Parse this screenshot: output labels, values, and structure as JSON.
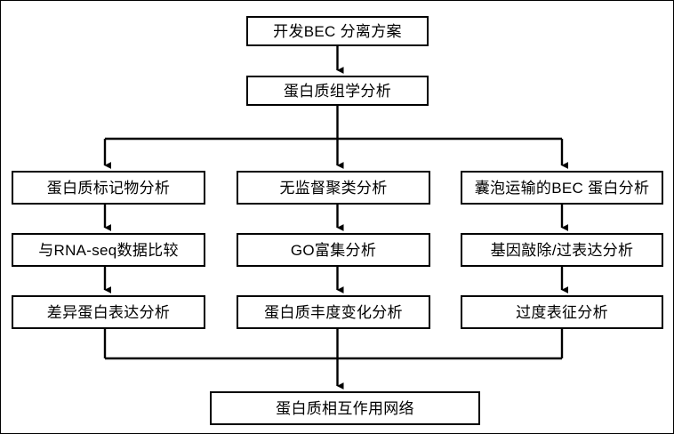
{
  "diagram": {
    "type": "flowchart",
    "orientation": "top-down",
    "language": "zh-CN",
    "colors": {
      "box_border": "#000000",
      "box_fill": "#ffffff",
      "connector": "#000000",
      "background": "#ffffff",
      "frame_border": "#000000"
    },
    "nodes": {
      "start": {
        "label": "开发BEC 分离方案"
      },
      "proteomics": {
        "label": "蛋白质组学分析"
      },
      "col1_row1": {
        "label": "蛋白质标记物分析"
      },
      "col1_row2": {
        "label": "与RNA-seq数据比较"
      },
      "col1_row3": {
        "label": "差异蛋白表达分析"
      },
      "col2_row1": {
        "label": "无监督聚类分析"
      },
      "col2_row2": {
        "label": "GO富集分析"
      },
      "col2_row3": {
        "label": "蛋白质丰度变化分析"
      },
      "col3_row1": {
        "label": "囊泡运输的BEC 蛋白分析"
      },
      "col3_row2": {
        "label": "基因敲除/过表达分析"
      },
      "col3_row3": {
        "label": "过度表征分析"
      },
      "end": {
        "label": "蛋白质相互作用网络"
      }
    },
    "edges": [
      {
        "from": "start",
        "to": "proteomics",
        "style": "arrow-down"
      },
      {
        "from": "proteomics",
        "to": "col1_row1",
        "style": "branch-elbow-arrow"
      },
      {
        "from": "proteomics",
        "to": "col2_row1",
        "style": "branch-straight-arrow"
      },
      {
        "from": "proteomics",
        "to": "col3_row1",
        "style": "branch-elbow-arrow"
      },
      {
        "from": "col1_row1",
        "to": "col1_row2",
        "style": "arrow-down"
      },
      {
        "from": "col1_row2",
        "to": "col1_row3",
        "style": "arrow-down"
      },
      {
        "from": "col2_row1",
        "to": "col2_row2",
        "style": "arrow-down"
      },
      {
        "from": "col2_row2",
        "to": "col2_row3",
        "style": "arrow-down"
      },
      {
        "from": "col3_row1",
        "to": "col3_row2",
        "style": "arrow-down"
      },
      {
        "from": "col3_row2",
        "to": "col3_row3",
        "style": "arrow-down"
      },
      {
        "from": "col1_row3",
        "to": "end",
        "style": "merge-elbow"
      },
      {
        "from": "col2_row3",
        "to": "end",
        "style": "merge-straight-arrow"
      },
      {
        "from": "col3_row3",
        "to": "end",
        "style": "merge-elbow"
      }
    ]
  }
}
